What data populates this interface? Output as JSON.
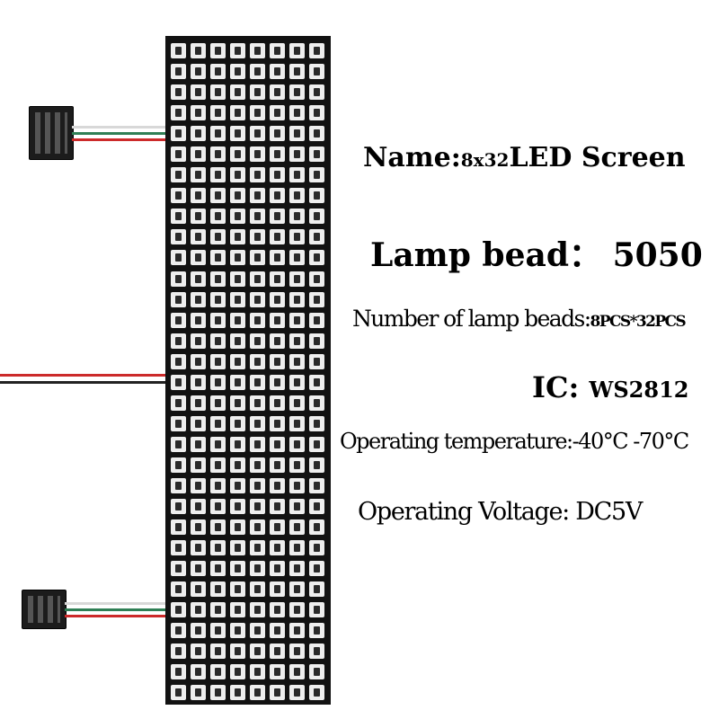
{
  "specs": {
    "name_label": "Name:",
    "name_small": "8x32",
    "name_value": "LED Screen",
    "lamp_bead_label": "Lamp bead：",
    "lamp_bead_value": "5050",
    "number_label": "Number of lamp beads:",
    "number_value": "8PCS*32PCS",
    "ic_label": "IC:",
    "ic_value": "WS2812",
    "temp_label": "Operating temperature:",
    "temp_value": "-40°C -70°C",
    "voltage_label": "Operating Voltage:",
    "voltage_value": "DC5V"
  },
  "led_matrix": {
    "columns": 8,
    "rows": 32
  },
  "colors": {
    "panel": "#121212",
    "led": "#eeeeee",
    "wire_red": "#cc2a2a",
    "wire_green": "#2f7f55",
    "wire_white": "#d8d8d8"
  }
}
